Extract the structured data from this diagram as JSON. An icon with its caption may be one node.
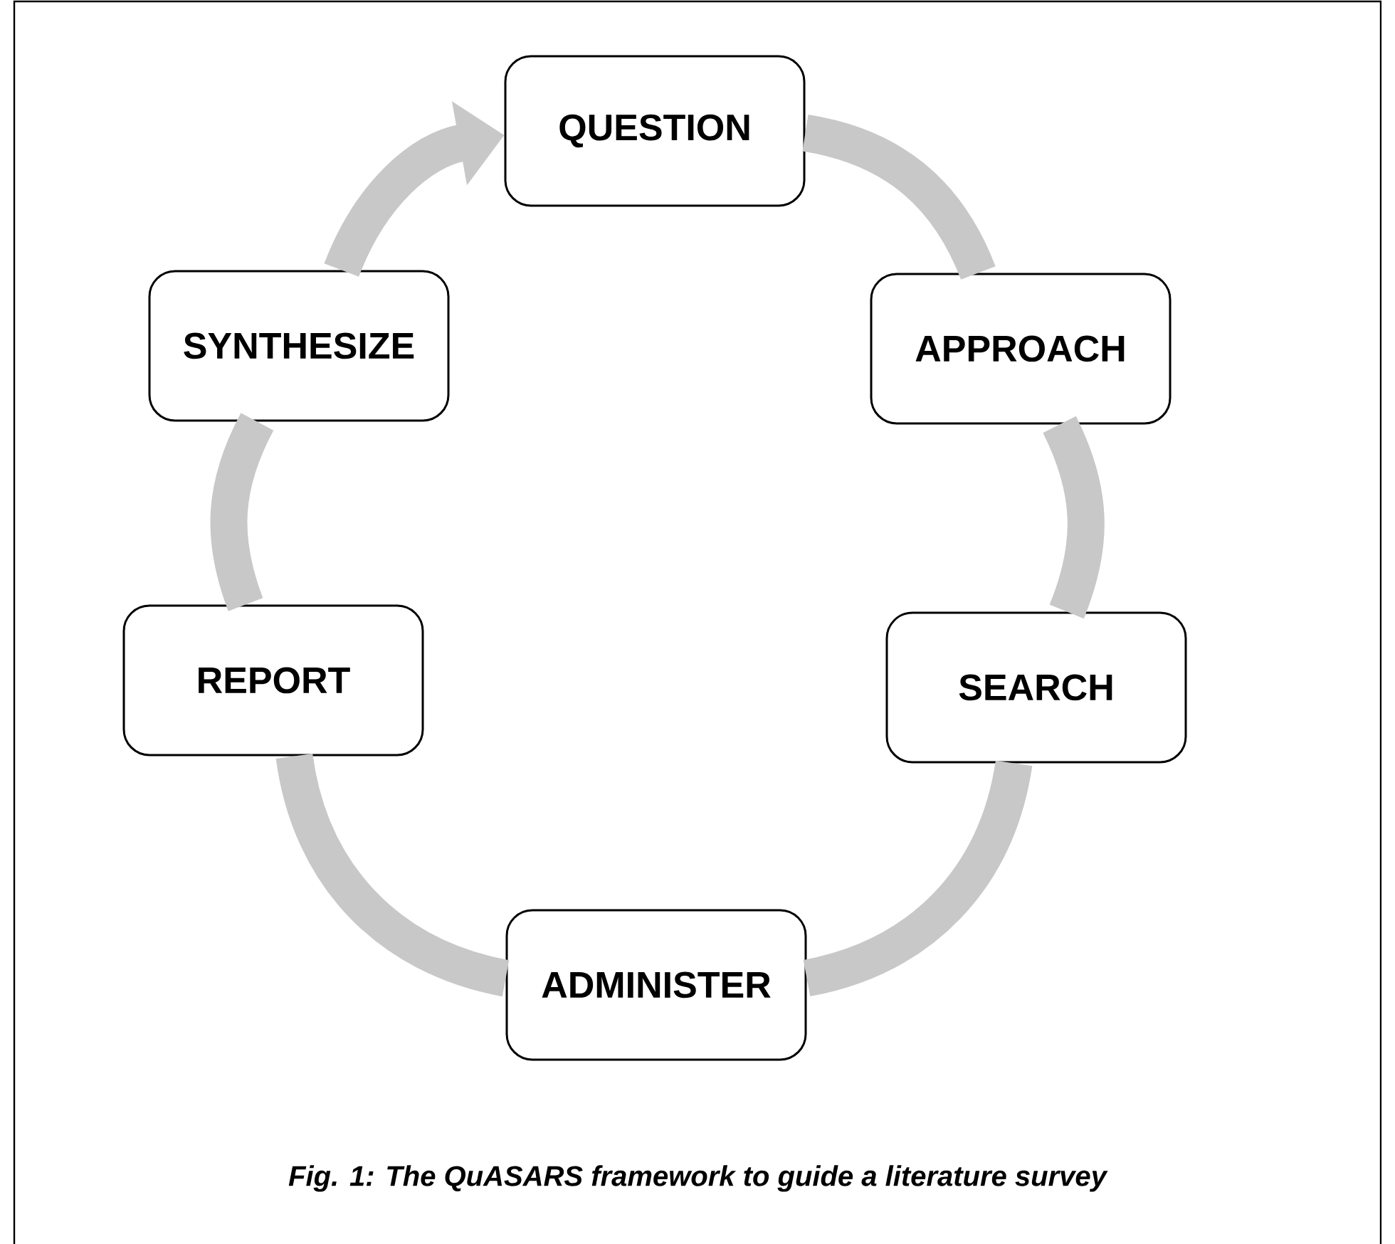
{
  "diagram": {
    "caption": "Fig. 1: The QuASARS framework to guide a literature survey",
    "nodes": [
      {
        "text": [
          "QUESTION"
        ]
      },
      {
        "text": [
          "APPROACH"
        ]
      },
      {
        "text": [
          "SEARCH"
        ]
      },
      {
        "text": [
          "ADMINISTER"
        ]
      },
      {
        "text": [
          "REPORT"
        ]
      },
      {
        "text": [
          "SYNTHESIZE"
        ]
      }
    ],
    "edges": [
      {
        "from": 0,
        "to": 1,
        "arrow": "none"
      },
      {
        "from": 1,
        "to": 2,
        "arrow": "none"
      },
      {
        "from": 2,
        "to": 3,
        "arrow": "none"
      },
      {
        "from": 3,
        "to": 4,
        "arrow": "none"
      },
      {
        "from": 4,
        "to": 5,
        "arrow": "none"
      },
      {
        "from": 5,
        "to": 0,
        "arrow": "to"
      }
    ]
  }
}
